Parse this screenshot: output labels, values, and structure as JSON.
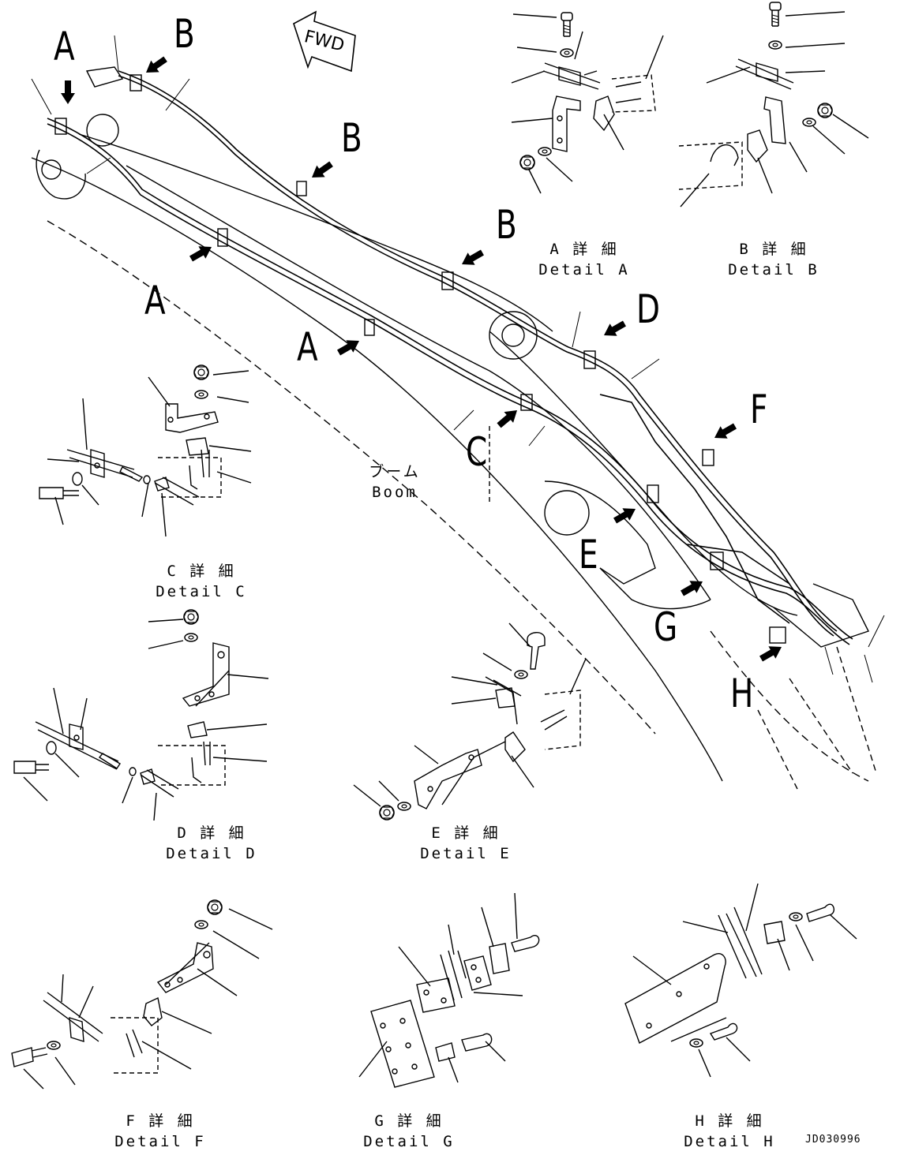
{
  "orientation_label": "FWD",
  "boom_label": {
    "jp": "ブーム",
    "en": "Boom"
  },
  "callouts": {
    "A": "A",
    "B": "B",
    "C": "C",
    "D": "D",
    "E": "E",
    "F": "F",
    "G": "G",
    "H": "H"
  },
  "details": {
    "A": {
      "jp": "A 詳 細",
      "en": "Detail A"
    },
    "B": {
      "jp": "B 詳 細",
      "en": "Detail B"
    },
    "C": {
      "jp": "C 詳 細",
      "en": "Detail C"
    },
    "D": {
      "jp": "D 詳 細",
      "en": "Detail D"
    },
    "E": {
      "jp": "E 詳 細",
      "en": "Detail E"
    },
    "F": {
      "jp": "F 詳 細",
      "en": "Detail F"
    },
    "G": {
      "jp": "G 詳 細",
      "en": "Detail G"
    },
    "H": {
      "jp": "H 詳 細",
      "en": "Detail H"
    }
  },
  "drawing_code": "JD030996"
}
